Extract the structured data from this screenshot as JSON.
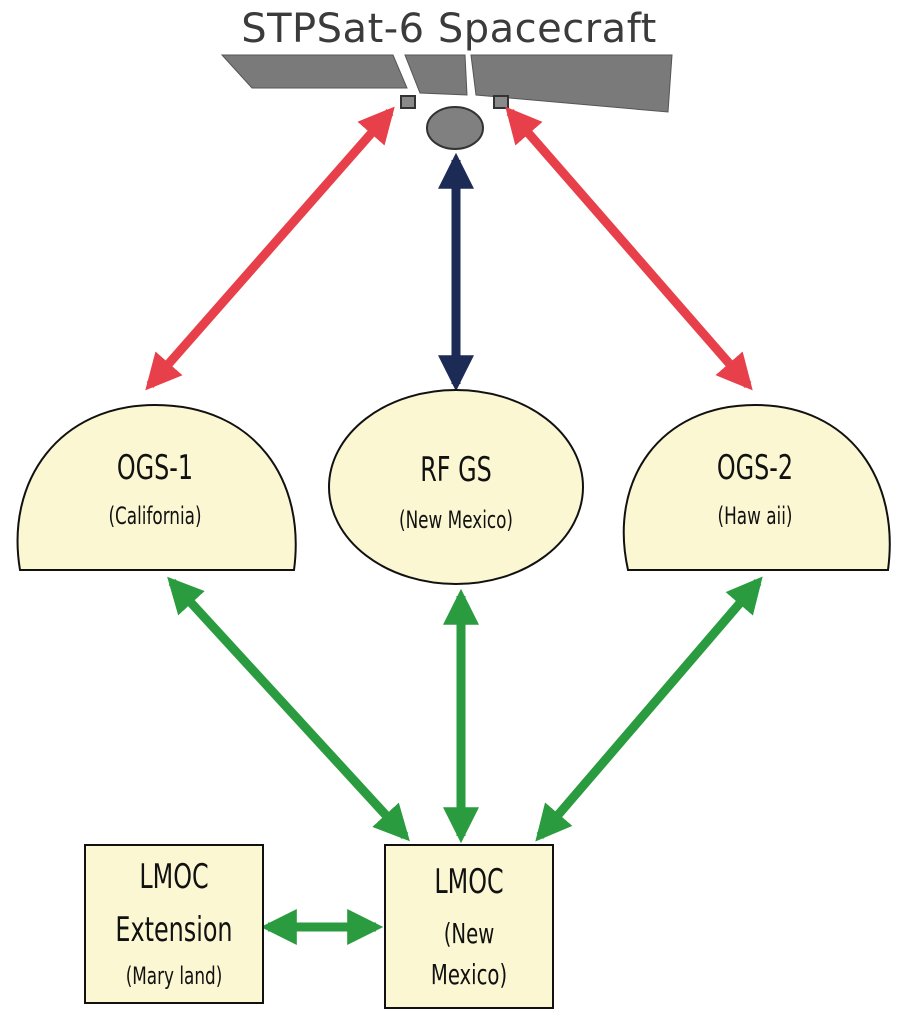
{
  "title": "STPSat-6 Spacecraft",
  "nodes": {
    "ogs1": {
      "name": "OGS-1",
      "location": "(California)"
    },
    "rfgs": {
      "name": "RF GS",
      "location": "(New Mexico)"
    },
    "ogs2": {
      "name": "OGS-2",
      "location": "(Haw aii)"
    },
    "lmoc": {
      "line1": "LMOC",
      "line2": "(New",
      "line3": "Mexico)"
    },
    "lmoc_ext": {
      "line1": "LMOC",
      "line2": "Extension",
      "line3": "(Mary land)"
    }
  },
  "colors": {
    "optical_link": "#e8404a",
    "rf_link": "#1b2b55",
    "ground_link": "#2a9b3f",
    "node_fill": "#fbf7d2",
    "panel_fill": "#7a7a7a",
    "body_fill": "#808080",
    "title_color": "#3b3b3b"
  }
}
